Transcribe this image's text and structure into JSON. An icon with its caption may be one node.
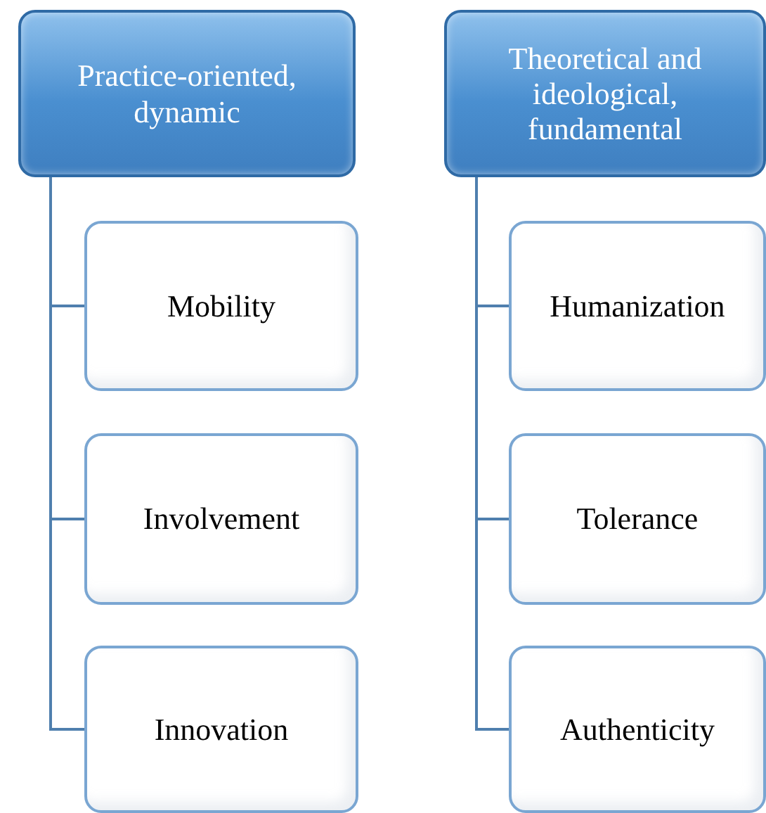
{
  "diagram": {
    "nodes": [
      {
        "text": [
          "Practice-oriented, dynamic"
        ]
      },
      {
        "text": [
          "Mobility"
        ]
      },
      {
        "text": [
          "Involvement"
        ]
      },
      {
        "text": [
          "Innovation"
        ]
      },
      {
        "text": [
          "Theoretical and ideological, fundamental"
        ]
      },
      {
        "text": [
          "Humanization"
        ]
      },
      {
        "text": [
          "Tolerance"
        ]
      },
      {
        "text": [
          "Authenticity"
        ]
      }
    ],
    "edges": [
      {
        "from": 0,
        "to": 1,
        "arrow": "none"
      },
      {
        "from": 0,
        "to": 2,
        "arrow": "none"
      },
      {
        "from": 0,
        "to": 3,
        "arrow": "none"
      },
      {
        "from": 4,
        "to": 5,
        "arrow": "none"
      },
      {
        "from": 4,
        "to": 6,
        "arrow": "none"
      },
      {
        "from": 4,
        "to": 7,
        "arrow": "none"
      }
    ]
  }
}
